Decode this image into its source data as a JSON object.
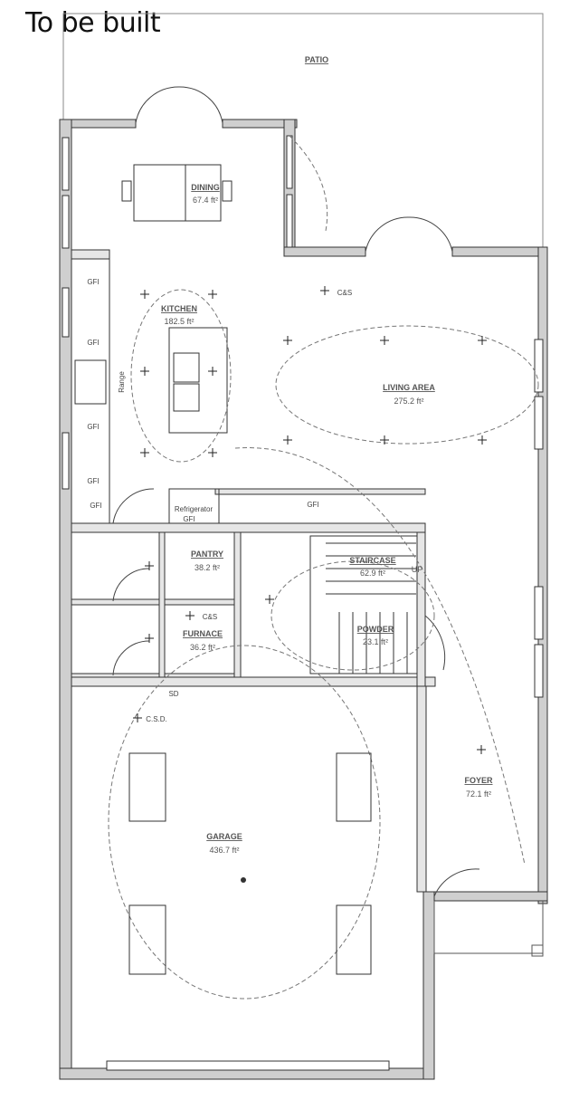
{
  "header": {
    "title": "To be built"
  },
  "rooms": [
    {
      "id": "patio",
      "name": "PATIO",
      "area": ""
    },
    {
      "id": "dining",
      "name": "DINING",
      "area": "67.4 ft²"
    },
    {
      "id": "kitchen",
      "name": "KITCHEN",
      "area": "182.5 ft²"
    },
    {
      "id": "living",
      "name": "LIVING AREA",
      "area": "275.2 ft²"
    },
    {
      "id": "pantry",
      "name": "PANTRY",
      "area": "38.2 ft²"
    },
    {
      "id": "staircase",
      "name": "STAIRCASE",
      "area": "62.9 ft²"
    },
    {
      "id": "furnace",
      "name": "FURNACE",
      "area": "36.2 ft²"
    },
    {
      "id": "powder",
      "name": "POWDER",
      "area": "23.1 ft²"
    },
    {
      "id": "foyer",
      "name": "FOYER",
      "area": "72.1 ft²"
    },
    {
      "id": "garage",
      "name": "GARAGE",
      "area": "436.7 ft²"
    }
  ],
  "labels": {
    "gfi": "GFI",
    "range": "Range",
    "refrigerator": "Refrigerator",
    "up": "UP",
    "cs": "C&S",
    "csd": "C.S.D.",
    "sd": "SD"
  }
}
